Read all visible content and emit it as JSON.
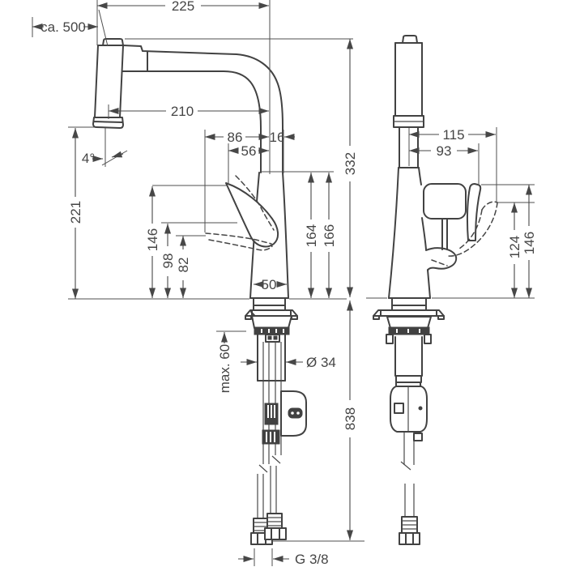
{
  "drawing": {
    "kind": "faucet installation dimension drawing",
    "views": 2
  },
  "colors": {
    "line": "#424242",
    "text": "#454545",
    "background": "#ffffff"
  },
  "dims": {
    "t225": "225",
    "ca500": "ca. 500",
    "t210": "210",
    "t86": "86",
    "t16": "16",
    "t56": "56",
    "angle": "4°",
    "t221": "221",
    "t146_left": "146",
    "t98": "98",
    "t82": "82",
    "t164": "164",
    "t166": "166",
    "t50": "50",
    "t332": "332",
    "t115": "115",
    "t93": "93",
    "t124": "124",
    "t146_right": "146",
    "max_depth": "max. 60",
    "hole_dia": "Ø 34",
    "t838": "838",
    "thread": "G 3/8"
  }
}
